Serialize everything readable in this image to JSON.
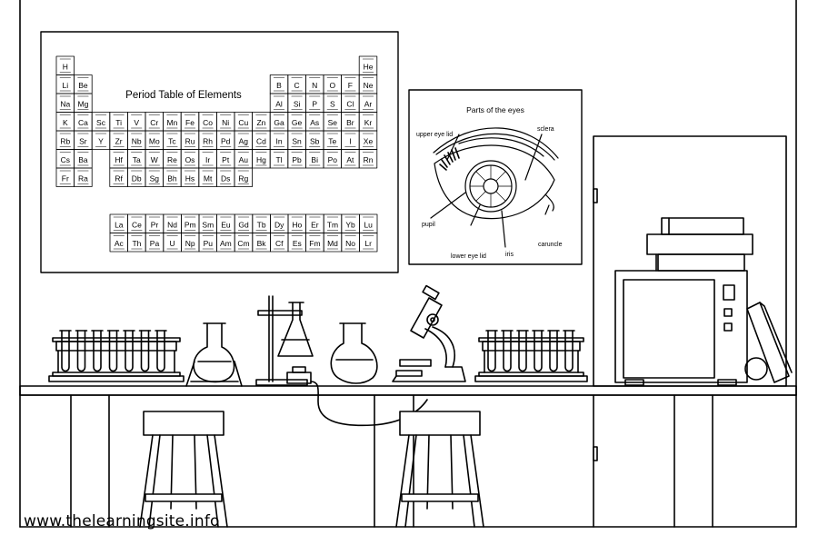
{
  "periodic_table": {
    "title": "Period Table of Elements",
    "main_block": [
      [
        "H",
        "",
        "",
        "",
        "",
        "",
        "",
        "",
        "",
        "",
        "",
        "",
        "",
        "",
        "",
        "",
        "",
        "He"
      ],
      [
        "Li",
        "Be",
        "",
        "",
        "",
        "",
        "",
        "",
        "",
        "",
        "",
        "",
        "B",
        "C",
        "N",
        "O",
        "F",
        "Ne"
      ],
      [
        "Na",
        "Mg",
        "",
        "",
        "",
        "",
        "",
        "",
        "",
        "",
        "",
        "",
        "Al",
        "Si",
        "P",
        "S",
        "Cl",
        "Ar"
      ],
      [
        "K",
        "Ca",
        "Sc",
        "Ti",
        "V",
        "Cr",
        "Mn",
        "Fe",
        "Co",
        "Ni",
        "Cu",
        "Zn",
        "Ga",
        "Ge",
        "As",
        "Se",
        "Br",
        "Kr"
      ],
      [
        "Rb",
        "Sr",
        "Y",
        "Zr",
        "Nb",
        "Mo",
        "Tc",
        "Ru",
        "Rh",
        "Pd",
        "Ag",
        "Cd",
        "In",
        "Sn",
        "Sb",
        "Te",
        "I",
        "Xe"
      ],
      [
        "Cs",
        "Ba",
        "",
        "Hf",
        "Ta",
        "W",
        "Re",
        "Os",
        "Ir",
        "Pt",
        "Au",
        "Hg",
        "Tl",
        "Pb",
        "Bi",
        "Po",
        "At",
        "Rn"
      ],
      [
        "Fr",
        "Ra",
        "",
        "Rf",
        "Db",
        "Sg",
        "Bh",
        "Hs",
        "Mt",
        "Ds",
        "Rg",
        "",
        "",
        "",
        "",
        "",
        "",
        ""
      ]
    ],
    "f_block": [
      [
        "La",
        "Ce",
        "Pr",
        "Nd",
        "Pm",
        "Sm",
        "Eu",
        "Gd",
        "Tb",
        "Dy",
        "Ho",
        "Er",
        "Tm",
        "Yb",
        "Lu"
      ],
      [
        "Ac",
        "Th",
        "Pa",
        "U",
        "Np",
        "Pu",
        "Am",
        "Cm",
        "Bk",
        "Cf",
        "Es",
        "Fm",
        "Md",
        "No",
        "Lr"
      ]
    ]
  },
  "eye_poster": {
    "title": "Parts of the eyes",
    "labels": {
      "upper_eye_lid": "upper eye lid",
      "sclera": "sclera",
      "pupil": "pupil",
      "lower_eye_lid": "lower eye lid",
      "iris": "iris",
      "caruncle": "caruncle"
    }
  },
  "watermark": "www.thelearningsite.info",
  "colors": {
    "line": "#000000",
    "background": "#ffffff"
  }
}
